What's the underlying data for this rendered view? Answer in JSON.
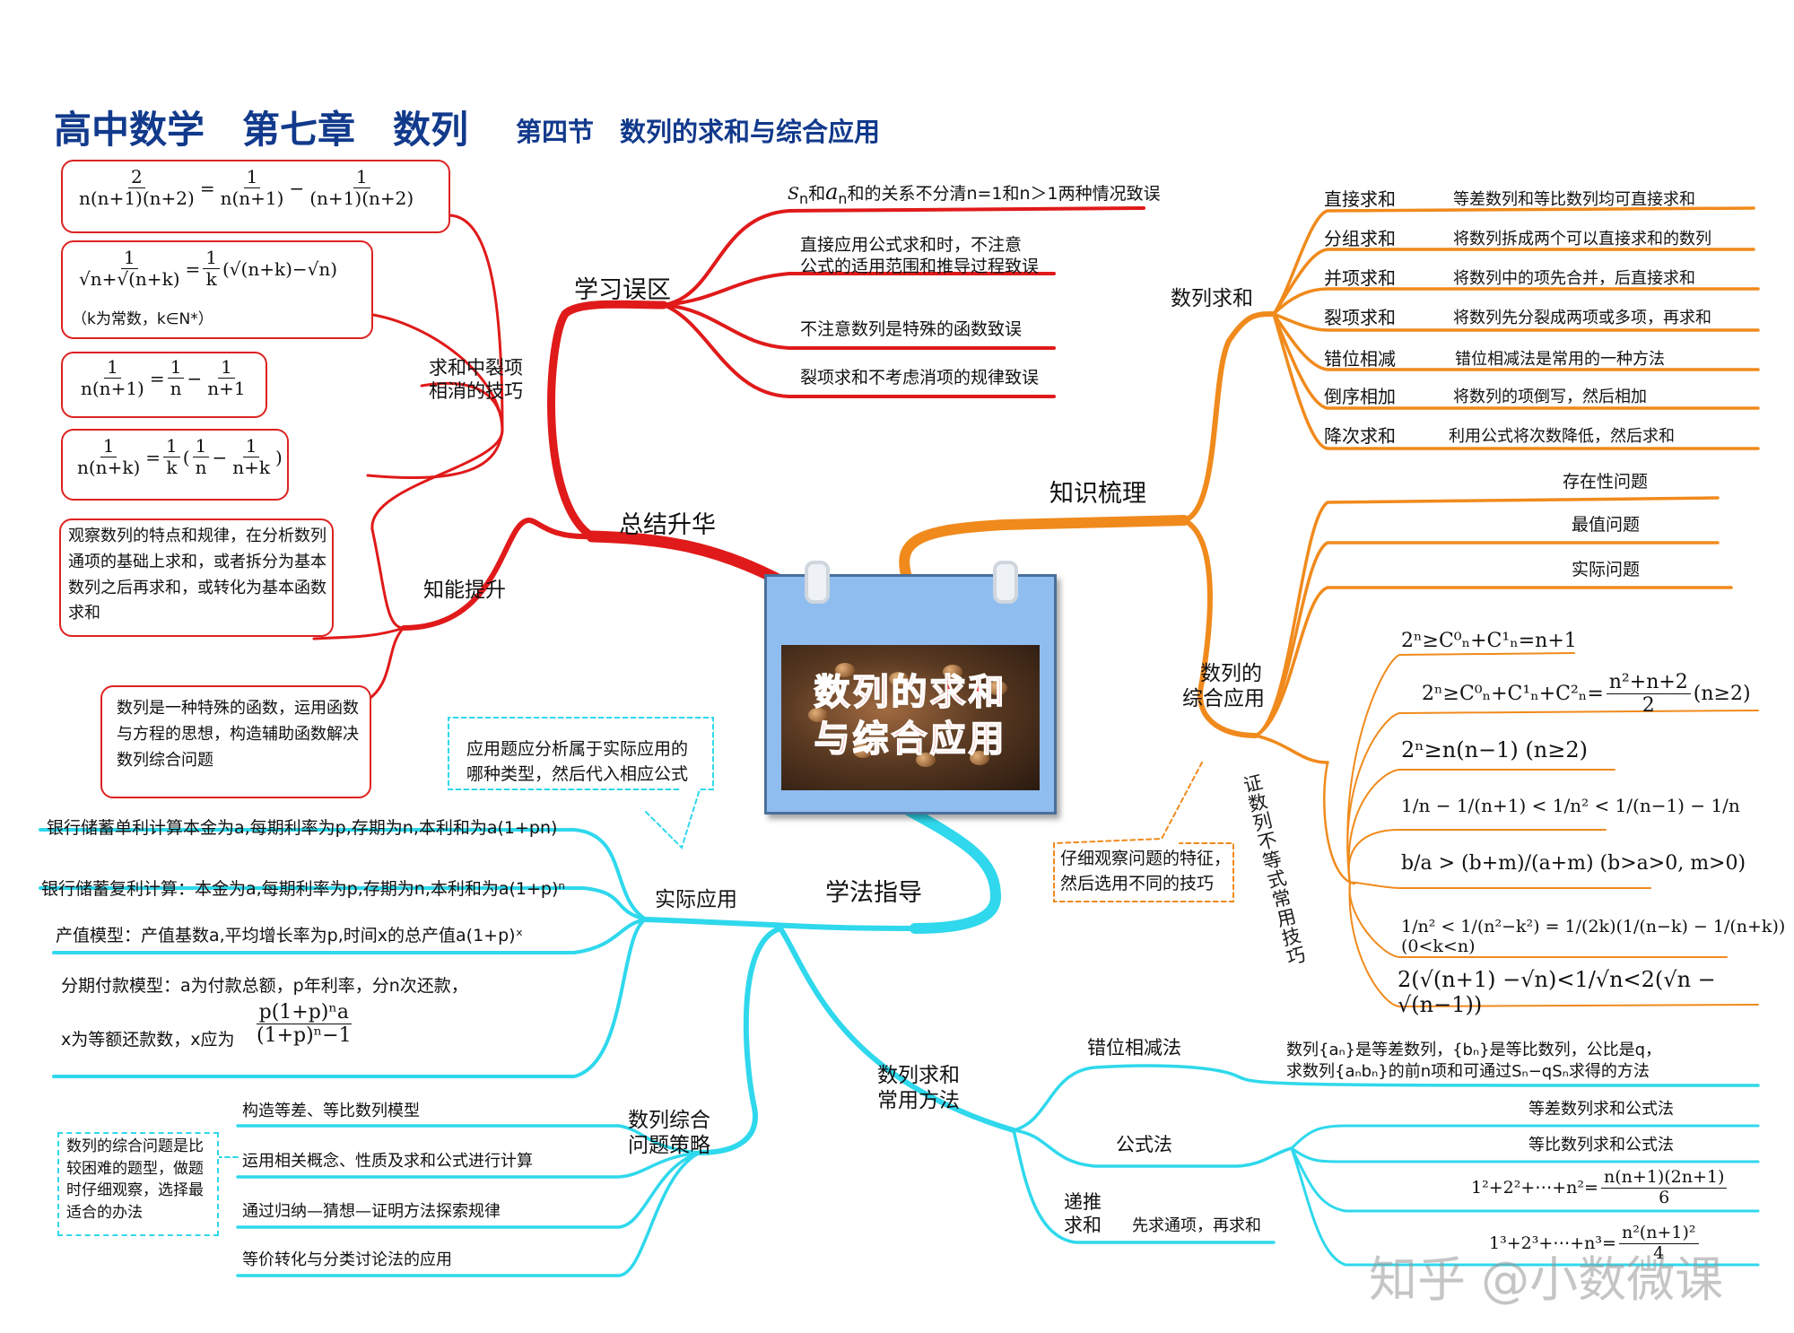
{
  "header": {
    "title_main": "高中数学　第七章　数列",
    "title_section": "第四节　数列的求和与综合应用"
  },
  "center": {
    "line1": "数列的求和",
    "line2": "与综合应用"
  },
  "branches": {
    "mistakes": "学习误区",
    "summary": "总结升华",
    "knowledge": "知识梳理",
    "method": "学法指导"
  },
  "mistakes": {
    "item1": "和的关系不分清n=1和n＞1两种情况致误",
    "item1_s": "S",
    "item1_a": "a",
    "item2a": "直接应用公式求和时，不注意",
    "item2b": "公式的适用范围和推导过程致误",
    "item3": "不注意数列是特殊的函数致误",
    "item4": "裂项求和不考虑消项的规律致误"
  },
  "summary": {
    "telescoping": "求和中裂项相消的技巧",
    "telescoping_l1": "求和中裂项",
    "telescoping_l2": "相消的技巧",
    "ability": "知能提升",
    "k_note": "（k为常数，k∈N*）",
    "observe_text": "观察数列的特点和规律，在分析数列通项的基础上求和，或者拆分为基本数列之后再求和，或转化为基本函数求和",
    "function_text": "数列是一种特殊的函数，运用函数与方程的思想，构造辅助函数解决数列综合问题"
  },
  "knowledge": {
    "summation": "数列求和",
    "methods": [
      {
        "name": "直接求和",
        "desc": "等差数列和等比数列均可直接求和"
      },
      {
        "name": "分组求和",
        "desc": "将数列拆成两个可以直接求和的数列"
      },
      {
        "name": "并项求和",
        "desc": "将数列中的项先合并，后直接求和"
      },
      {
        "name": "裂项求和",
        "desc": "将数列先分裂成两项或多项，再求和"
      },
      {
        "name": "错位相减",
        "desc": "错位相减法是常用的一种方法"
      },
      {
        "name": "倒序相加",
        "desc": "将数列的项倒写，然后相加"
      },
      {
        "name": "降次求和",
        "desc": "利用公式将次数降低，然后求和"
      }
    ],
    "application_l1": "数列的",
    "application_l2": "综合应用",
    "apps": [
      "存在性问题",
      "最值问题",
      "实际问题"
    ],
    "proof_label": "证数列不等式常用技巧",
    "observe_tip_l1": "仔细观察问题的特征，",
    "observe_tip_l2": "然后选用不同的技巧"
  },
  "method": {
    "practical": "实际应用",
    "practical_tip_l1": "应用题应分析属于实际应用的",
    "practical_tip_l2": "哪种类型，然后代入相应公式",
    "simple_interest": "银行储蓄单利计算本金为a,每期利率为p,存期为n,本利和为a(1+pn)",
    "compound_interest": "银行储蓄复利计算：本金为a,每期利率为p,存期为n,本利和为a(1+p)ⁿ",
    "output_model": "产值模型：产值基数a,平均增长率为p,时间x的总产值a(1+p)ˣ",
    "installment_l1": "分期付款模型：a为付款总额，p年利率，分n次还款，",
    "installment_l2": "x为等额还款数，x应为",
    "strategy_l1": "数列综合",
    "strategy_l2": "问题策略",
    "strategies": [
      "构造等差、等比数列模型",
      "运用相关概念、性质及求和公式进行计算",
      "通过归纳—猜想—证明方法探索规律",
      "等价转化与分类讨论法的应用"
    ],
    "strategy_tip": "数列的综合问题是比较困难的题型，做题时仔细观察，选择最适合的办法",
    "common_l1": "数列求和",
    "common_l2": "常用方法",
    "dislocation": "错位相减法",
    "dislocation_desc_l1": "数列{aₙ}是等差数列，{bₙ}是等比数列，公比是q，",
    "dislocation_desc_l2": "求数列{aₙbₙ}的前n项和可通过Sₙ−qSₙ求得的方法",
    "formula": "公式法",
    "arith_sum": "等差数列求和公式法",
    "geo_sum": "等比数列求和公式法",
    "recursive_l1": "递推",
    "recursive_l2": "求和",
    "recursive_desc": "先求通项，再求和"
  },
  "formulas": {
    "tele_ex1_lhs_num": "2",
    "tele_ex1_lhs_den": "n(n+1)(n+2)",
    "tele_ex1_r1_num": "1",
    "tele_ex1_r1_den": "n(n+1)",
    "tele_ex1_r2_num": "1",
    "tele_ex1_r2_den": "(n+1)(n+2)",
    "tele_ex2_lhs_num": "1",
    "tele_ex2_lhs_den": "√n+√(n+k)",
    "tele_ex2_coef_num": "1",
    "tele_ex2_coef_den": "k",
    "tele_ex2_paren": "(√(n+k)−√n)",
    "tele_ex3_lhs_num": "1",
    "tele_ex3_lhs_den": "n(n+1)",
    "tele_ex3_r1_num": "1",
    "tele_ex3_r1_den": "n",
    "tele_ex3_r2_num": "1",
    "tele_ex3_r2_den": "n+1",
    "tele_ex4_lhs_num": "1",
    "tele_ex4_lhs_den": "n(n+k)",
    "tele_ex4_coef_num": "1",
    "tele_ex4_coef_den": "k",
    "tele_ex4_r1_num": "1",
    "tele_ex4_r1_den": "n",
    "tele_ex4_r2_num": "1",
    "tele_ex4_r2_den": "n+k",
    "ineq1": "2ⁿ≥C⁰ₙ+C¹ₙ=n+1",
    "ineq2_lhs": "2ⁿ≥C⁰ₙ+C¹ₙ+C²ₙ=",
    "ineq2_num": "n²+n+2",
    "ineq2_den": "2",
    "ineq2_cond": "(n≥2)",
    "ineq3": "2ⁿ≥n(n−1)  (n≥2)",
    "ineq4": "1/n − 1/(n+1) < 1/n² < 1/(n−1) − 1/n",
    "ineq5": "b/a > (b+m)/(a+m)  (b>a>0, m>0)",
    "ineq6": "1/n² < 1/(n²−k²) = 1/(2k)(1/(n−k) − 1/(n+k))  (0<k<n)",
    "ineq7": "2(√(n+1) −√n)<1/√n<2(√n − √(n−1))",
    "installment_num": "p(1+p)ⁿa",
    "installment_den": "(1+p)ⁿ−1",
    "square_sum_lhs": "1²+2²+⋯+n²=",
    "square_sum_num": "n(n+1)(2n+1)",
    "square_sum_den": "6",
    "cube_sum_lhs": "1³+2³+⋯+n³=",
    "cube_sum_num": "n²(n+1)²",
    "cube_sum_den": "4"
  },
  "watermark": "知乎 @小数微课",
  "colors": {
    "red": "#e01a1a",
    "orange": "#f08a1c",
    "cyan": "#2fd8ec",
    "title_blue": "#123a8c"
  }
}
